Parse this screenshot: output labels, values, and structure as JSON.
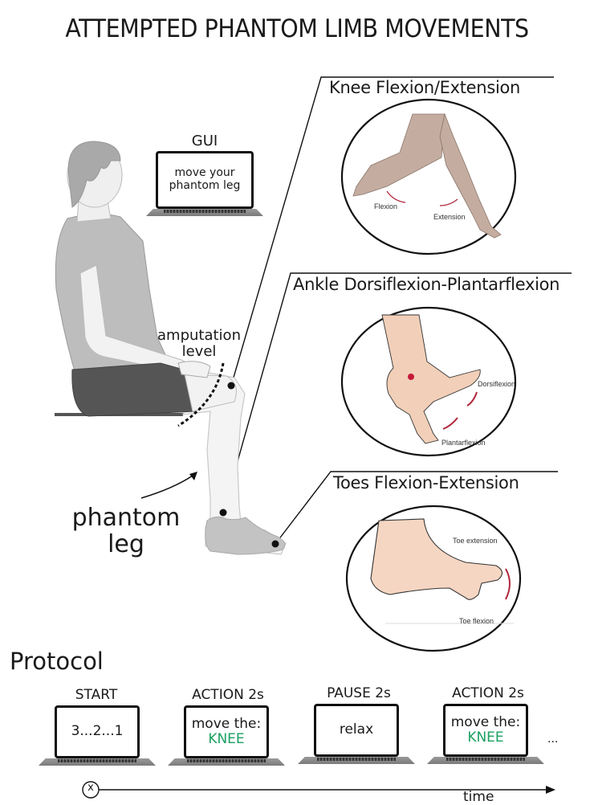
{
  "title": "ATTEMPTED PHANTOM LIMB MOVEMENTS",
  "gui": {
    "label": "GUI",
    "screen_line1": "move your",
    "screen_line2": "phantom leg"
  },
  "figure_labels": {
    "amputation_line1": "amputation",
    "amputation_line2": "level",
    "phantom_line1": "phantom",
    "phantom_line2": "leg"
  },
  "panels": [
    {
      "title": "Knee Flexion/Extension",
      "labels": [
        "Flexion",
        "Extension"
      ]
    },
    {
      "title": "Ankle Dorsiflexion-Plantarflexion",
      "labels": [
        "Dorsiflexion",
        "Plantarflexion"
      ]
    },
    {
      "title": "Toes Flexion-Extension",
      "labels": [
        "Toe extension",
        "Toe flexion"
      ]
    }
  ],
  "protocol": {
    "title": "Protocol",
    "steps": [
      {
        "label": "START",
        "line1": "3...2...1",
        "line2": ""
      },
      {
        "label": "ACTION 2s",
        "line1": "move the:",
        "line2": "KNEE"
      },
      {
        "label": "PAUSE 2s",
        "line1": "relax",
        "line2": ""
      },
      {
        "label": "ACTION 2s",
        "line1": "move the:",
        "line2": "KNEE"
      }
    ],
    "ellipsis": "...",
    "start_marker": "x",
    "axis_label": "time"
  },
  "colors": {
    "accent_green": "#1aa060",
    "arrow_red": "#b0283c",
    "skin": "#c9b2a4",
    "skin_light": "#f3d4bf"
  }
}
